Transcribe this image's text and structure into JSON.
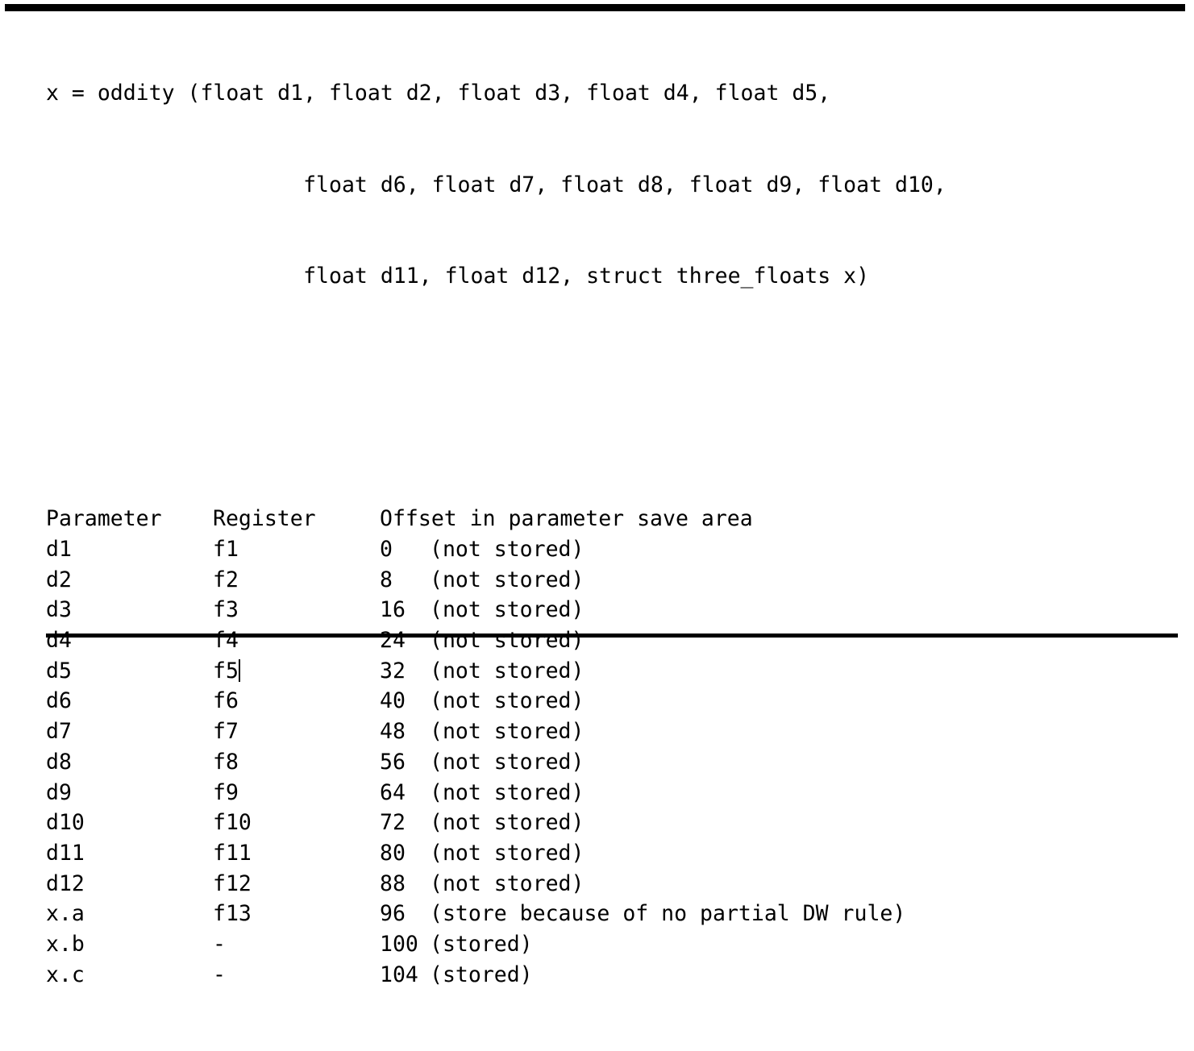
{
  "document": {
    "signature_lines": [
      "x = oddity (float d1, float d2, float d3, float d4, float d5,",
      "                    float d6, float d7, float d8, float d9, float d10,",
      "                    float d11, float d12, struct three_floats x)"
    ],
    "table": {
      "headers": {
        "parameter": "Parameter",
        "register": "Register",
        "offset": "Offset in parameter save area"
      },
      "rows": [
        {
          "parameter": "d1",
          "register": "f1",
          "offset": "0",
          "note": "(not stored)",
          "caret": false
        },
        {
          "parameter": "d2",
          "register": "f2",
          "offset": "8",
          "note": "(not stored)",
          "caret": false
        },
        {
          "parameter": "d3",
          "register": "f3",
          "offset": "16",
          "note": "(not stored)",
          "caret": false
        },
        {
          "parameter": "d4",
          "register": "f4",
          "offset": "24",
          "note": "(not stored)",
          "caret": false
        },
        {
          "parameter": "d5",
          "register": "f5",
          "offset": "32",
          "note": "(not stored)",
          "caret": true
        },
        {
          "parameter": "d6",
          "register": "f6",
          "offset": "40",
          "note": "(not stored)",
          "caret": false
        },
        {
          "parameter": "d7",
          "register": "f7",
          "offset": "48",
          "note": "(not stored)",
          "caret": false
        },
        {
          "parameter": "d8",
          "register": "f8",
          "offset": "56",
          "note": "(not stored)",
          "caret": false
        },
        {
          "parameter": "d9",
          "register": "f9",
          "offset": "64",
          "note": "(not stored)",
          "caret": false
        },
        {
          "parameter": "d10",
          "register": "f10",
          "offset": "72",
          "note": "(not stored)",
          "caret": false
        },
        {
          "parameter": "d11",
          "register": "f11",
          "offset": "80",
          "note": "(not stored)",
          "caret": false
        },
        {
          "parameter": "d12",
          "register": "f12",
          "offset": "88",
          "note": "(not stored)",
          "caret": false
        },
        {
          "parameter": "x.a",
          "register": "f13",
          "offset": "96",
          "note": "(store because of no partial DW rule)",
          "caret": false
        },
        {
          "parameter": "x.b",
          "register": "-",
          "offset": "100",
          "note": "(stored)",
          "caret": false
        },
        {
          "parameter": "x.c",
          "register": "-",
          "offset": "104",
          "note": "(stored)",
          "caret": false
        }
      ]
    }
  },
  "colors": {
    "text": "#000000",
    "background": "#ffffff",
    "rule": "#000000"
  }
}
